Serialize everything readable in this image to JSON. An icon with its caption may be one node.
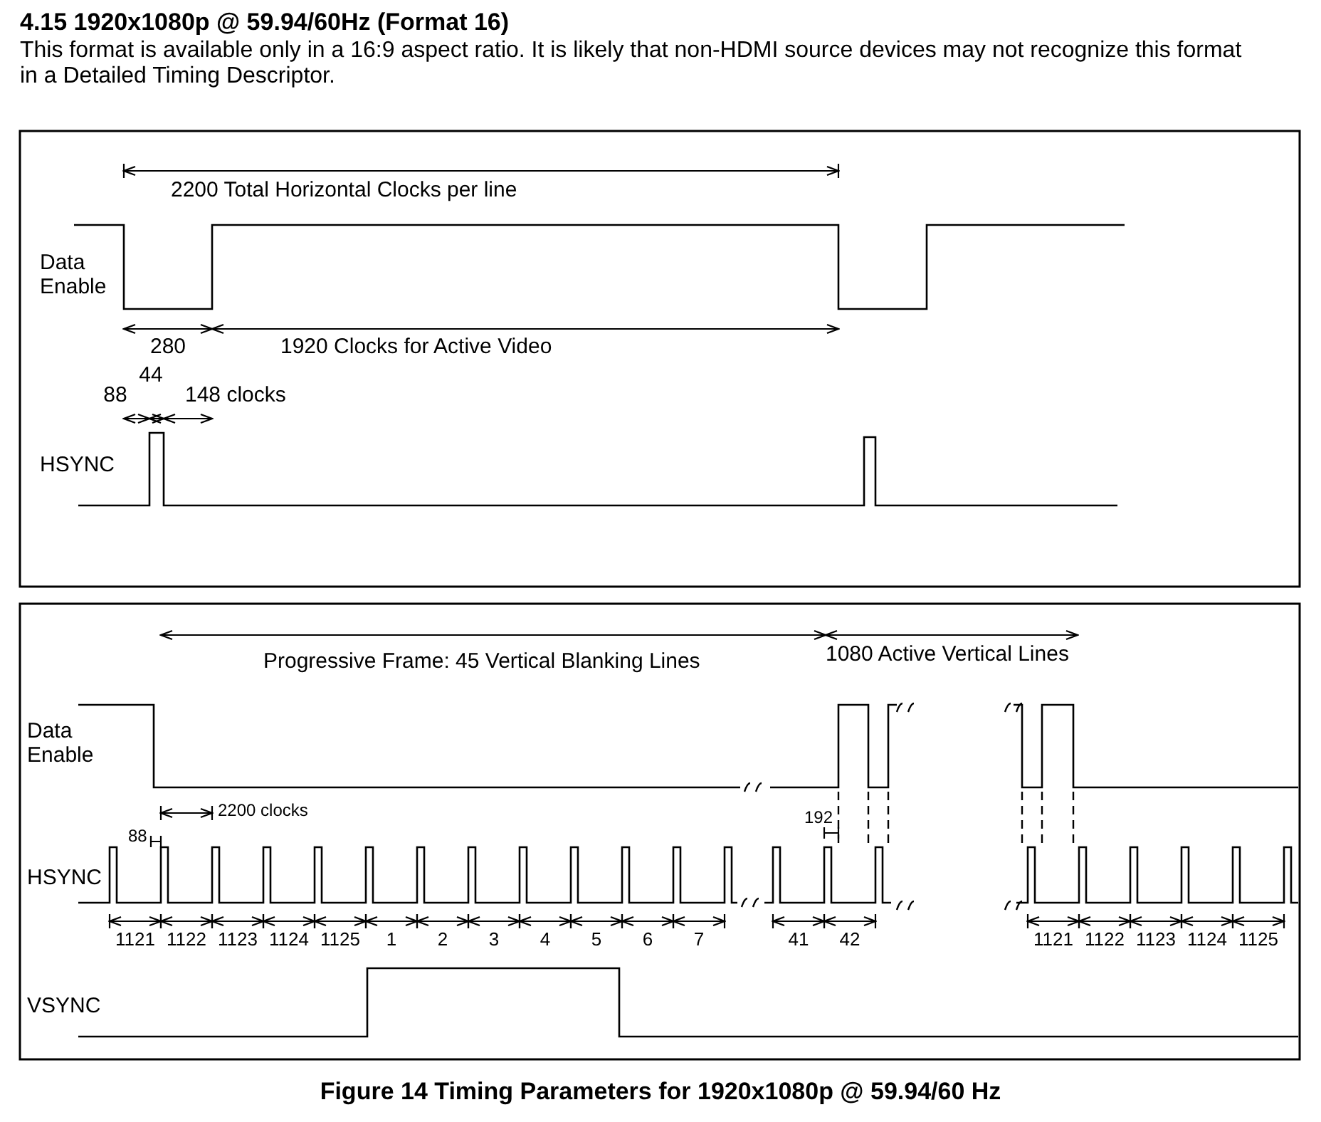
{
  "diagram": {
    "title": "4.15 1920x1080p @ 59.94/60Hz (Format 16)",
    "caption": "Figure 14 Timing Parameters for 1920x1080p @ 59.94/60 Hz",
    "labels": [
      "This format is available only in a 16:9 aspect ratio. It is likely that non-HDMI source devices may not recognize this format in a Detailed Timing Descriptor.",
      "2200 Total Horizontal Clocks per line",
      "Data Enable",
      "280",
      "1920 Clocks for Active Video",
      "44",
      "88",
      "148 clocks",
      "HSYNC",
      "Progressive Frame: 45 Vertical Blanking Lines",
      "1080 Active Vertical Lines",
      "Data Enable",
      "2200 clocks",
      "192",
      "88",
      "HSYNC",
      "1121",
      "1122",
      "1123",
      "1124",
      "1125",
      "1",
      "2",
      "3",
      "4",
      "5",
      "6",
      "7",
      "41",
      "42",
      "1121",
      "1122",
      "1123",
      "1124",
      "1125",
      "VSYNC"
    ]
  }
}
